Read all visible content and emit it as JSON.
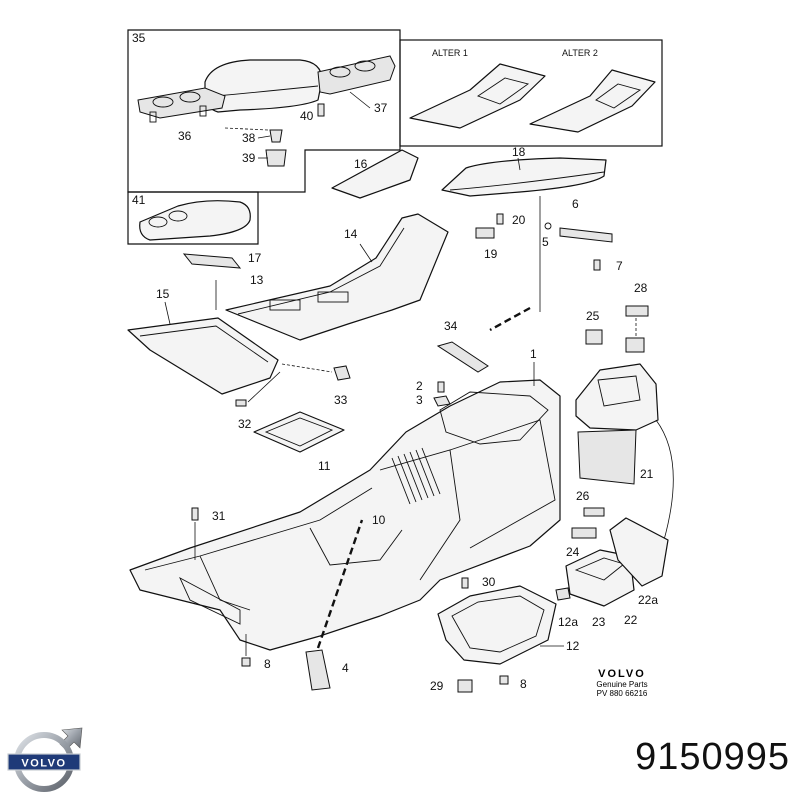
{
  "labels": {
    "p1": "1",
    "p2": "2",
    "p3": "3",
    "p4": "4",
    "p5": "5",
    "p6": "6",
    "p7": "7",
    "p8": "8",
    "p10": "10",
    "p11": "11",
    "p12": "12",
    "p12a": "12a",
    "p13": "13",
    "p14": "14",
    "p15": "15",
    "p16": "16",
    "p17": "17",
    "p18": "18",
    "p19": "19",
    "p20": "20",
    "p21": "21",
    "p22": "22",
    "p22a": "22a",
    "p23": "23",
    "p24": "24",
    "p25": "25",
    "p26": "26",
    "p28": "28",
    "p29": "29",
    "p30": "30",
    "p31": "31",
    "p32": "32",
    "p33": "33",
    "p34": "34",
    "p35": "35",
    "p36": "36",
    "p37": "37",
    "p38": "38",
    "p39": "39",
    "p40": "40",
    "p41": "41"
  },
  "alternatives": {
    "alt1": "ALTER 1",
    "alt2": "ALTER 2"
  },
  "genuine": {
    "brand": "VOLVO",
    "line1": "Genuine Parts",
    "line2": "PV 880 66216"
  },
  "logo_text": "VOLVO",
  "part_number": "9150995",
  "colors": {
    "line": "#111111",
    "logo_blue": "#1f3a78",
    "logo_steel": "#9aa0a8"
  }
}
